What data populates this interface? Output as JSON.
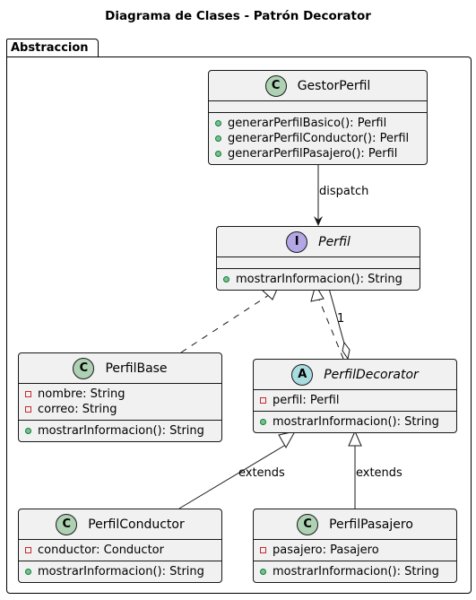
{
  "title": "Diagrama de Clases - Patrón Decorator",
  "package": "Abstraccion",
  "classes": {
    "gestor": {
      "stereotype": "C",
      "name": "GestorPerfil",
      "fields": [],
      "methods": [
        {
          "vis": "public",
          "text": "generarPerfilBasico(): Perfil"
        },
        {
          "vis": "public",
          "text": "generarPerfilConductor(): Perfil"
        },
        {
          "vis": "public",
          "text": "generarPerfilPasajero(): Perfil"
        }
      ]
    },
    "perfil": {
      "stereotype": "I",
      "name": "Perfil",
      "fields": [],
      "methods": [
        {
          "vis": "public",
          "text": "mostrarInformacion(): String"
        }
      ]
    },
    "perfilbase": {
      "stereotype": "C",
      "name": "PerfilBase",
      "fields": [
        {
          "vis": "private",
          "text": "nombre: String"
        },
        {
          "vis": "private",
          "text": "correo: String"
        }
      ],
      "methods": [
        {
          "vis": "public",
          "text": "mostrarInformacion(): String"
        }
      ]
    },
    "decorator": {
      "stereotype": "A",
      "name": "PerfilDecorator",
      "fields": [
        {
          "vis": "private",
          "text": "perfil: Perfil"
        }
      ],
      "methods": [
        {
          "vis": "public",
          "text": "mostrarInformacion(): String"
        }
      ]
    },
    "conductor": {
      "stereotype": "C",
      "name": "PerfilConductor",
      "fields": [
        {
          "vis": "private",
          "text": "conductor: Conductor"
        }
      ],
      "methods": [
        {
          "vis": "public",
          "text": "mostrarInformacion(): String"
        }
      ]
    },
    "pasajero": {
      "stereotype": "C",
      "name": "PerfilPasajero",
      "fields": [
        {
          "vis": "private",
          "text": "pasajero: Pasajero"
        }
      ],
      "methods": [
        {
          "vis": "public",
          "text": "mostrarInformacion(): String"
        }
      ]
    }
  },
  "edges": {
    "dispatch": "dispatch",
    "multiplicity": "1",
    "extends_conductor": "extends",
    "extends_pasajero": "extends"
  },
  "colors": {
    "class_circle": "#add1b2",
    "interface_circle": "#b4a7e5",
    "abstract_circle": "#a9dcdf",
    "box_fill": "#f1f1f1",
    "public_marker": "#84be84",
    "private_marker": "#c82930"
  }
}
